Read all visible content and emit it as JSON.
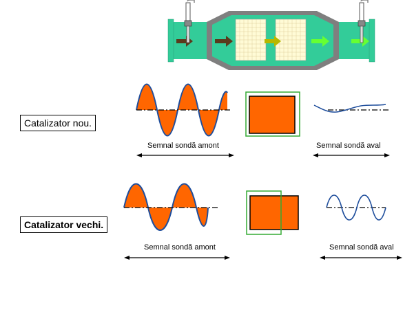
{
  "rows": [
    {
      "label": "Catalizator nou.",
      "upstream_caption": "Semnal sondă amont",
      "downstream_caption": "Semnal sondă aval"
    },
    {
      "label": "Catalizator vechi.",
      "upstream_caption": "Semnal sondă amont",
      "downstream_caption": "Semnal sondă aval"
    }
  ],
  "colors": {
    "gas_flow": "#33cc99",
    "converter_body": "#7f7f7f",
    "monolith": "#fffbd6",
    "arrow_dark": "#5a3a1c",
    "arrow_green": "#66ff33",
    "arrow_olive": "#b7b700",
    "wave_fill": "#ff6600",
    "wave_line": "#1f4e9c",
    "oxygen_box_fill": "#ff6600",
    "storage_frame": "#33aa33"
  }
}
